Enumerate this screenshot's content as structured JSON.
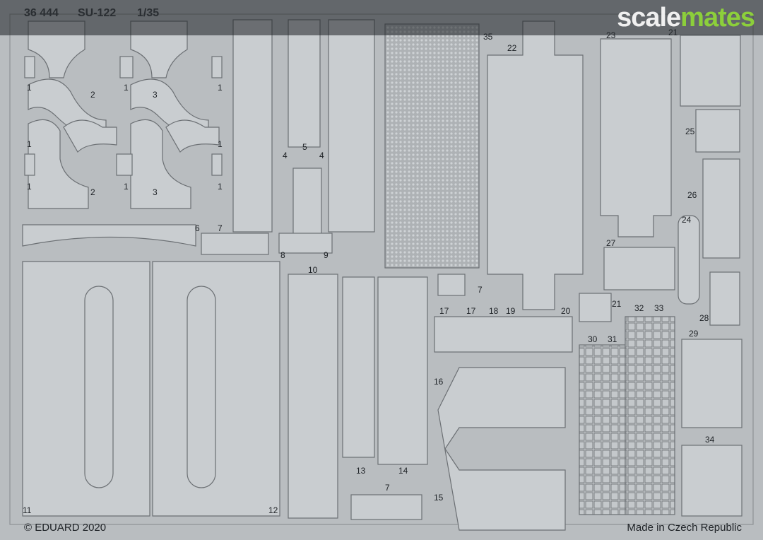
{
  "header": {
    "code": "36 444",
    "model": "SU-122",
    "scale": "1/35"
  },
  "watermark": {
    "part1": "scale",
    "part2": "mates",
    "color_part1": "#ffffff",
    "color_part2": "#8ccf3b"
  },
  "footer": {
    "copyright": "© EDUARD 2020",
    "origin": "Made in Czech Republic"
  },
  "colors": {
    "background": "#b9bdc0",
    "part": "#c9cdd0",
    "outline": "#6c7074"
  },
  "part_numbers": [
    "1",
    "1",
    "1",
    "1",
    "2",
    "3",
    "1",
    "1",
    "1",
    "1",
    "2",
    "3",
    "6",
    "7",
    "4",
    "5",
    "4",
    "8",
    "9",
    "35",
    "22",
    "23",
    "21",
    "25",
    "26",
    "24",
    "27",
    "28",
    "10",
    "7",
    "17",
    "17",
    "18",
    "19",
    "20",
    "21",
    "16",
    "30",
    "31",
    "32",
    "33",
    "29",
    "13",
    "14",
    "7",
    "15",
    "34",
    "11",
    "12"
  ]
}
